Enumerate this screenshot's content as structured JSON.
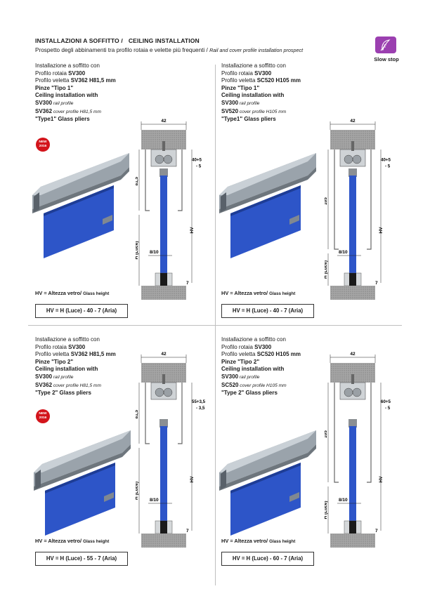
{
  "header": {
    "title_it": "INSTALLAZIONI A SOFFITTO /",
    "title_en": "CEILING INSTALLATION",
    "subtitle_it": "Prospetto degli abbinamenti tra profilo rotaia e velette più frequenti /",
    "subtitle_en": "Rail and cover profile installation prospect"
  },
  "badge": {
    "label": "Slow stop",
    "icon": "feather-icon",
    "color": "#9b3fb0"
  },
  "new_badge": {
    "line1": "NEW",
    "line2": "2016"
  },
  "panels": [
    {
      "l1": "Installazione a soffitto con",
      "l2_pre": "Profilo rotaia ",
      "l2_b": "SV300",
      "l3_pre": "Profilo veletta ",
      "l3_b": "SV362 H81,5 mm",
      "l4": "Pinze \"Tipo 1\"",
      "l5": "Ceiling installation with",
      "l6_b": "SV300",
      "l6_i": " rail profile",
      "l7_b": "SV362",
      "l7_i": " cover profile H81,5 mm",
      "l8": "\"Type1\" Glass pliers",
      "hv_label": "HV = Altezza vetro/",
      "hv_label_en": "Glass height",
      "formula": "HV = H (Luce) - 40 - 7 (Aria)",
      "dim_top": "42",
      "dim_side": "81,5",
      "dim_right_1": "40+5",
      "dim_right_2": "- 5",
      "dim_h": "H (Luce)",
      "dim_hv": "HV",
      "dim_gap": "8/10",
      "dim_bottom": "7"
    },
    {
      "l1": "Installazione a soffitto con",
      "l2_pre": "Profilo rotaia ",
      "l2_b": "SV300",
      "l3_pre": "Profilo veletta ",
      "l3_b": "SC520 H105 mm",
      "l4": "Pinze \"Tipo 1\"",
      "l5": "Ceiling installation with",
      "l6_b": "SV300",
      "l6_i": " rail profile",
      "l7_b": "SV520",
      "l7_i": " cover profile H105 mm",
      "l8": "\"Type1\" Glass pliers",
      "hv_label": "HV = Altezza vetro/",
      "hv_label_en": "Glass height",
      "formula": "HV = H (Luce) - 40 - 7 (Aria)",
      "dim_top": "42",
      "dim_side": "105",
      "dim_right_1": "40+5",
      "dim_right_2": "- 5",
      "dim_h": "H (Luce)",
      "dim_hv": "HV",
      "dim_gap": "8/10",
      "dim_bottom": "7"
    },
    {
      "l1": "Installazione a soffitto con",
      "l2_pre": "Profilo rotaia ",
      "l2_b": "SV300",
      "l3_pre": "Profilo veletta ",
      "l3_b": "SV362 H81,5 mm",
      "l4": "Pinze \"Tipo 2\"",
      "l5": "Ceiling installation with",
      "l6_b": "SV300",
      "l6_i": " rail profile",
      "l7_b": "SV362",
      "l7_i": " cover profile H81,5 mm",
      "l8": "\"Type 2\" Glass pliers",
      "hv_label": "HV = Altezza vetro/",
      "hv_label_en": "Glass height",
      "formula": "HV = H (Luce) - 55 - 7 (Aria)",
      "dim_top": "42",
      "dim_side": "81,5",
      "dim_right_1": "55+3,5",
      "dim_right_2": "- 3,5",
      "dim_h": "H (Luce)",
      "dim_hv": "HV",
      "dim_gap": "8/10",
      "dim_bottom": "7"
    },
    {
      "l1": "Installazione a soffitto con",
      "l2_pre": "Profilo rotaia ",
      "l2_b": "SV300",
      "l3_pre": "Profilo veletta ",
      "l3_b": "SC520 H105 mm",
      "l4": "Pinze \"Tipo 2\"",
      "l5": "Ceiling installation with",
      "l6_b": "SV300",
      "l6_i": " rail profile",
      "l7_b": "SC520",
      "l7_i": " cover profile H105 mm",
      "l8": "\"Type 2\" Glass pliers",
      "hv_label": "HV = Altezza vetro/",
      "hv_label_en": "Glass height",
      "formula": "HV = H (Luce) - 60 - 7 (Aria)",
      "dim_top": "42",
      "dim_side": "105",
      "dim_right_1": "60+5",
      "dim_right_2": "- 5",
      "dim_h": "H (Luce)",
      "dim_hv": "HV",
      "dim_gap": "8/10",
      "dim_bottom": "7"
    }
  ]
}
